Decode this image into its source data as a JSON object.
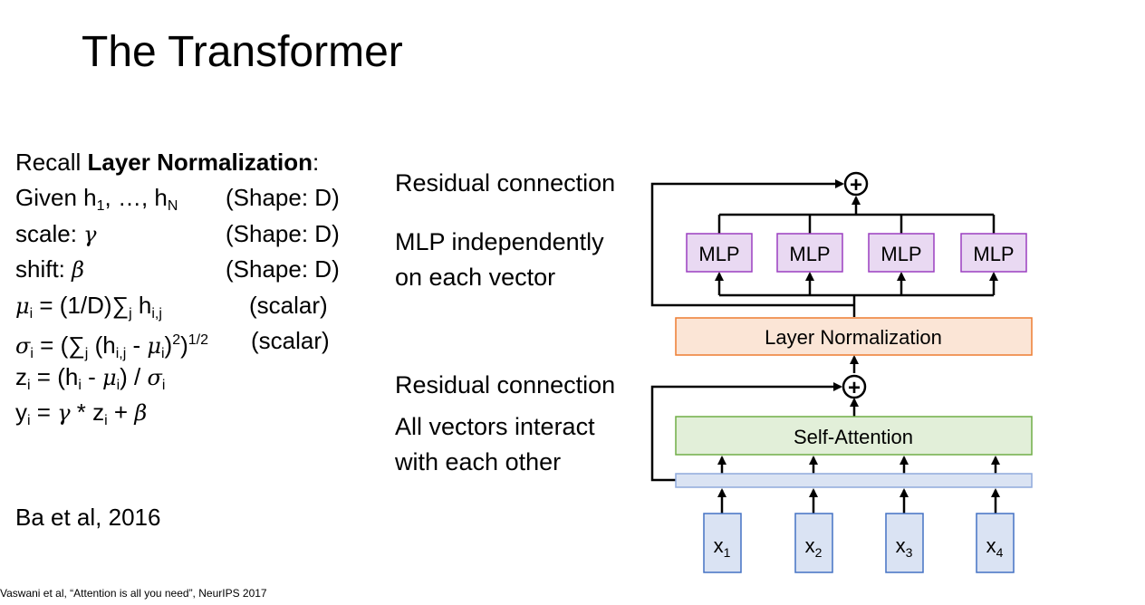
{
  "title": "The Transformer",
  "left": {
    "recall_prefix": "Recall ",
    "recall_bold": "Layer Normalization",
    "recall_suffix": ":",
    "given": {
      "text": "Given h",
      "s1": "1",
      "mid": ", …, h",
      "sN": "N",
      "shape": "(Shape: D)"
    },
    "scale": {
      "text": "scale: ",
      "sym": "γ",
      "shape": "(Shape: D)"
    },
    "shift": {
      "text": "shift: ",
      "sym": "β",
      "shape": "(Shape: D)"
    },
    "mu": {
      "sym": "μ",
      "sub": "i",
      "eq": " = (1/D)∑",
      "sumsub": "j",
      "h": " h",
      "hsub": "i,j",
      "note": "(scalar)"
    },
    "sigma": {
      "sym": "σ",
      "sub": "i",
      "eq": " = (∑",
      "sumsub": "j",
      "h": " (h",
      "hsub": "i,j",
      "minus": " - ",
      "mu": "μ",
      "musub": "i",
      "close": ")",
      "sq": "2",
      "close2": ")",
      "pow": "1/2",
      "note": "(scalar)"
    },
    "z": {
      "text": "z",
      "sub": "i",
      "eq": " = (h",
      "hsub": "i",
      "minus": " - ",
      "mu": "μ",
      "musub": "i",
      "div": ") / ",
      "sigma": "σ",
      "ssub": "i"
    },
    "y": {
      "text": "y",
      "sub": "i",
      "eq": " = ",
      "gamma": "γ",
      "star": " * z",
      "zsub": "i",
      "plus": " + ",
      "beta": "β"
    },
    "citation": "Ba et al, 2016"
  },
  "footnote": "Vaswani et al, “Attention is all you need”, NeurIPS 2017",
  "labels": {
    "residual_top": "Residual connection",
    "mlp_line1": "MLP independently",
    "mlp_line2": "on each vector",
    "residual_bottom": "Residual connection",
    "attn_line1": "All vectors interact",
    "attn_line2": "with each other"
  },
  "diagram": {
    "mlp_label": "MLP",
    "layer_norm_label": "Layer Normalization",
    "self_attention_label": "Self-Attention",
    "plus_symbol": "+",
    "inputs": [
      {
        "base": "x",
        "sub": "1"
      },
      {
        "base": "x",
        "sub": "2"
      },
      {
        "base": "x",
        "sub": "3"
      },
      {
        "base": "x",
        "sub": "4"
      }
    ],
    "colors": {
      "mlp_fill": "#e9d9f2",
      "mlp_stroke": "#9b3fc0",
      "ln_fill": "#fbe5d6",
      "ln_stroke": "#ed7d31",
      "sa_fill": "#e2efd9",
      "sa_stroke": "#70ad47",
      "bar_fill": "#dae3f3",
      "bar_stroke": "#8faadc",
      "x_fill": "#dae3f3",
      "x_stroke": "#4472c4"
    }
  }
}
